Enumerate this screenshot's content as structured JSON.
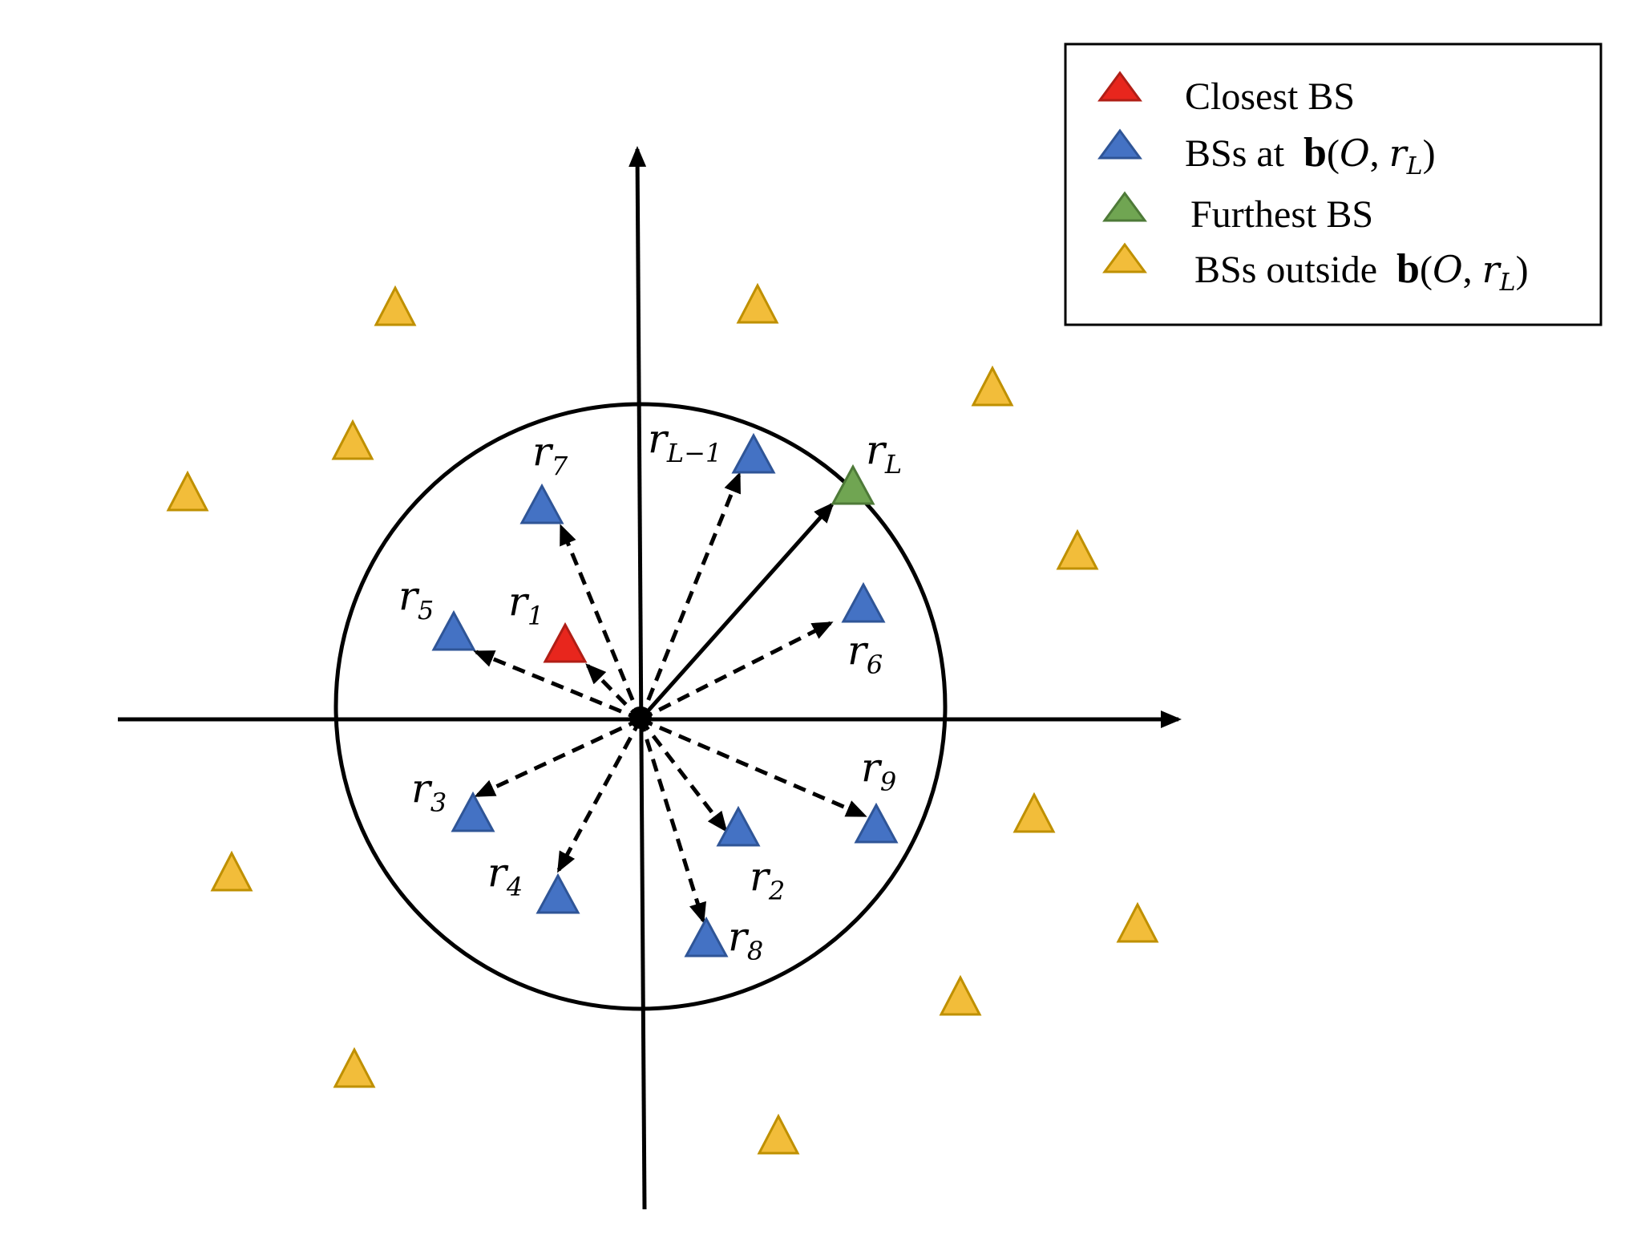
{
  "colors": {
    "closest": "#e8261d",
    "inside": "#4472c4",
    "furthest": "#70a552",
    "outside": "#f2bd3a",
    "closest_stroke": "#b01e16",
    "inside_stroke": "#2f5597",
    "furthest_stroke": "#4e7a38",
    "outside_stroke": "#bf9000"
  },
  "legend": {
    "closest_label": "Closest BS",
    "inside_prefix": "BSs at",
    "furthest_label": "Furthest BS",
    "outside_prefix": "BSs outside",
    "ball_symbol": "b",
    "ball_open": "(",
    "ball_center": "O",
    "ball_comma": ", ",
    "ball_radius": "r",
    "ball_radius_sub": "L",
    "ball_close": ")"
  },
  "distance_labels": [
    {
      "id": "r1",
      "base": "r",
      "sub": "1"
    },
    {
      "id": "r2",
      "base": "r",
      "sub": "2"
    },
    {
      "id": "r3",
      "base": "r",
      "sub": "3"
    },
    {
      "id": "r4",
      "base": "r",
      "sub": "4"
    },
    {
      "id": "r5",
      "base": "r",
      "sub": "5"
    },
    {
      "id": "r6",
      "base": "r",
      "sub": "6"
    },
    {
      "id": "r7",
      "base": "r",
      "sub": "7"
    },
    {
      "id": "r8",
      "base": "r",
      "sub": "8"
    },
    {
      "id": "r9",
      "base": "r",
      "sub": "9"
    },
    {
      "id": "rL-1",
      "base": "r",
      "sub": "L−1"
    },
    {
      "id": "rL",
      "base": "r",
      "sub": "L"
    }
  ]
}
